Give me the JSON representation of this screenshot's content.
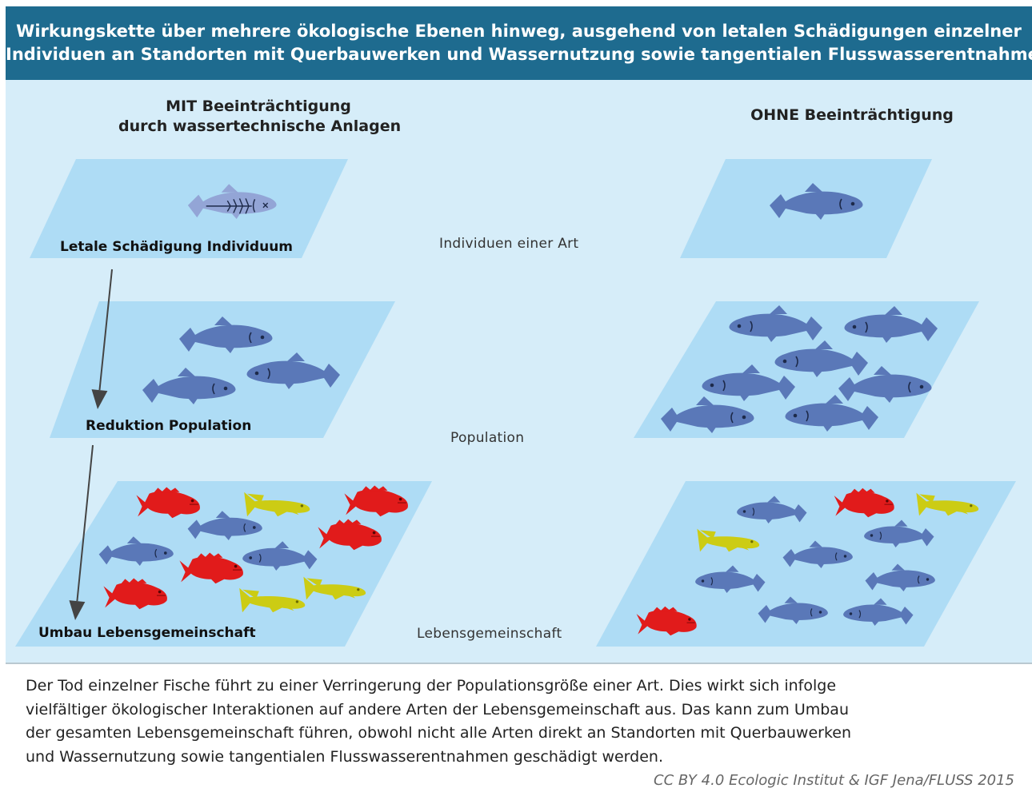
{
  "header": {
    "line1": "Wirkungskette über mehrere ökologische Ebenen hinweg, ausgehend von letalen Schädigungen einzelner",
    "line2": "Individuen an Standorten mit Querbauwerken und Wassernutzung sowie tangentialen Flusswasserentnahmen"
  },
  "left_heading": {
    "line1": "MIT Beeinträchtigung",
    "line2": "durch wassertechnische Anlagen"
  },
  "right_heading": "OHNE Beeinträchtigung",
  "levels": {
    "individuals": "Individuen einer Art",
    "population": "Population",
    "community": "Lebensgemeinschaft"
  },
  "left_labels": {
    "individual": "Letale Schädigung Individuum",
    "population": "Reduktion Population",
    "community": "Umbau Lebensgemeinschaft"
  },
  "caption": [
    "Der Tod einzelner Fische führt zu einer Verringerung der Populationsgröße einer Art. Dies wirkt sich infolge",
    "vielfältiger ökologischer Interaktionen auf andere Arten der Lebensgemeinschaft aus. Das kann zum Umbau",
    "der gesamten Lebensgemeinschaft führen, obwohl nicht alle Arten direkt an Standorten mit Querbauwerken",
    "und Wassernutzung sowie tangentialen Flusswasserentnahmen geschädigt werden."
  ],
  "credit": "CC BY 4.0  Ecologic Institut & IGF Jena/FLUSS 2015",
  "colors": {
    "header_bg": "#1e6b8f",
    "panel_bg": "#d6edf9",
    "plane": "#aedcf5",
    "blue_fish": "#5a78b8",
    "dead_fish": "#93a5d6",
    "red_fish": "#e11b1b",
    "yellow_fish": "#cccc14",
    "arrow": "#444444"
  }
}
